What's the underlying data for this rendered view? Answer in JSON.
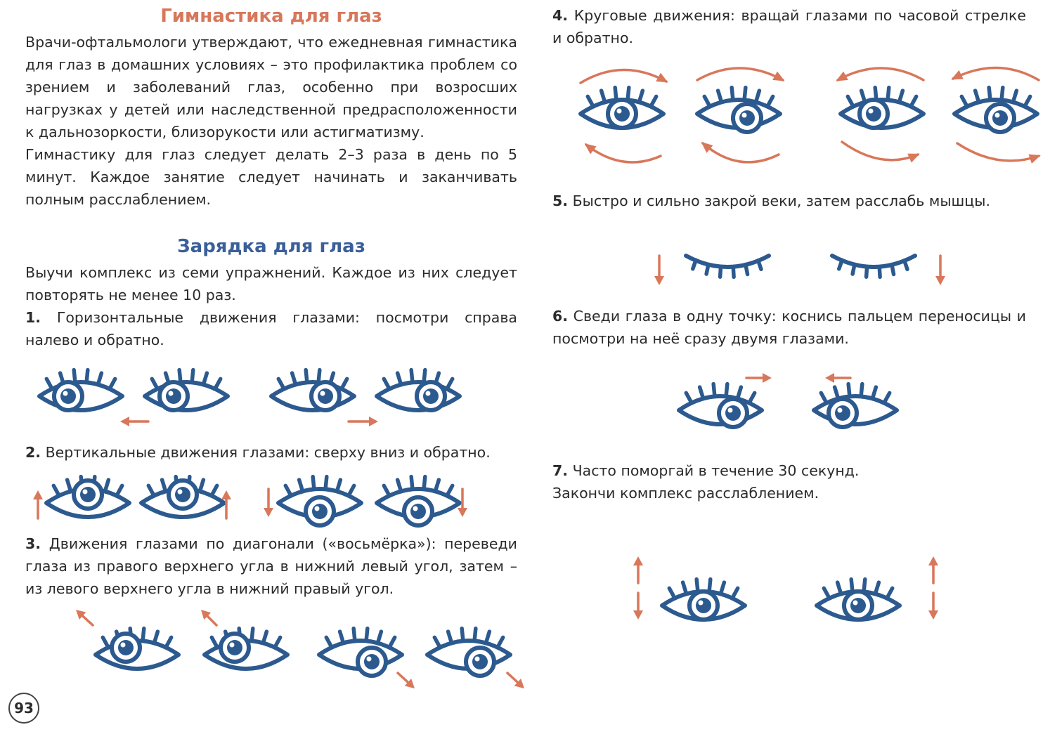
{
  "header": {
    "title": "Гимнастика для глаз",
    "intro": "Врачи-офтальмологи утверждают, что ежедневная гимнастика для глаз в домашних условиях – это профилактика проблем со зрением и заболеваний глаз, особенно при возросших нагрузках у детей или наследственной предрасположенности к дальнозоркости, близорукости или астигматизму.",
    "schedule": "Гимнастику для глаз следует делать 2–3 раза в день по 5 минут. Каждое занятие следует начинать и заканчивать полным расслаблением."
  },
  "section": {
    "title": "Зарядка для глаз",
    "intro": "Выучи комплекс из семи упражнений. Каждое из них следует повторять не менее 10 раз."
  },
  "exercises": [
    {
      "num": "1.",
      "text": "Горизонтальные движения глазами: посмотри справа налево и обратно."
    },
    {
      "num": "2.",
      "text": "Вертикальные движения глазами: сверху вниз и обратно."
    },
    {
      "num": "3.",
      "text": "Движения глазами по диагонали («восьмёрка»): переведи глаза из правого верхнего угла в нижний левый угол, затем – из левого верхнего угла в нижний правый угол."
    },
    {
      "num": "4.",
      "text": "Круговые движения: вращай глазами по часовой стрелке и обратно."
    },
    {
      "num": "5.",
      "text": "Быстро и сильно закрой веки, затем расслабь мышцы."
    },
    {
      "num": "6.",
      "text": "Сведи глаза в одну точку: коснись пальцем переносицы и посмотри на неё сразу двумя глазами."
    },
    {
      "num": "7.",
      "text": "Часто поморгай в течение 30 секунд."
    }
  ],
  "closing": "Закончи комплекс расслаблением.",
  "page_number": "93",
  "colors": {
    "title_orange": "#d8775a",
    "title_blue": "#3a5f9a",
    "eye_blue": "#2c5a8f",
    "arrow_orange": "#d8775a"
  },
  "icons": [
    "open-eye-icon",
    "closed-eye-icon",
    "arrow-icon"
  ]
}
